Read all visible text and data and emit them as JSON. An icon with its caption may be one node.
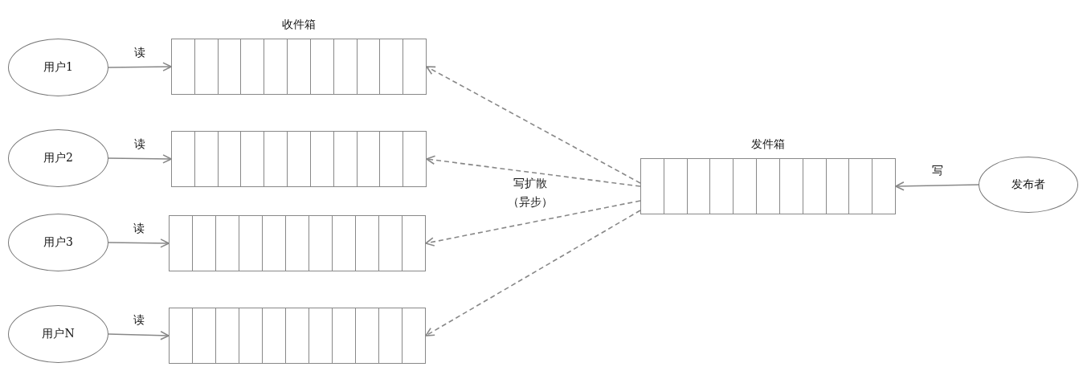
{
  "diagram": {
    "nodes": [
      {
        "text": [
          "用户1"
        ]
      },
      {
        "text": [
          "收件箱"
        ]
      },
      {
        "text": [
          "用户2"
        ]
      },
      {
        "text": [],
        "shape": "box"
      },
      {
        "text": [
          "用户3"
        ]
      },
      {
        "text": [],
        "shape": "box"
      },
      {
        "text": [
          "用户N"
        ]
      },
      {
        "text": [],
        "shape": "box"
      },
      {
        "text": [
          "发件箱"
        ]
      },
      {
        "text": [
          "发布者"
        ]
      }
    ],
    "edges": [
      {
        "from": 0,
        "to": 1,
        "arrow": "to",
        "label": "读"
      },
      {
        "from": 2,
        "to": 3,
        "arrow": "to",
        "label": "读"
      },
      {
        "from": 4,
        "to": 5,
        "arrow": "to",
        "label": "读"
      },
      {
        "from": 6,
        "to": 7,
        "arrow": "to",
        "label": "读"
      },
      {
        "from": 9,
        "to": 8,
        "arrow": "to",
        "label": "写"
      },
      {
        "from": 8,
        "to": 1,
        "arrow": "to",
        "style": "dashed"
      },
      {
        "from": 8,
        "to": 3,
        "arrow": "to",
        "style": "dashed"
      },
      {
        "from": 8,
        "to": 5,
        "arrow": "to",
        "style": "dashed"
      },
      {
        "from": 8,
        "to": 7,
        "arrow": "to",
        "style": "dashed"
      }
    ],
    "labels": [
      "写扩散",
      "（异步）"
    ]
  }
}
